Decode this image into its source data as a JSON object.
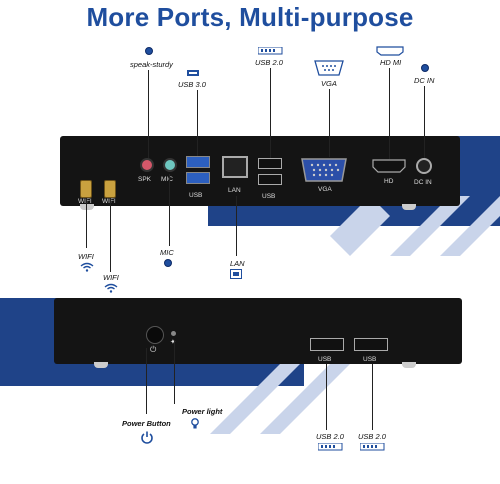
{
  "title": "More Ports, Multi-purpose",
  "colors": {
    "accent": "#1f4e9e",
    "band": "#1f4388",
    "device": "#141414"
  },
  "top_labels": {
    "speak": "speak-sturdy",
    "usb3": "USB 3.0",
    "usb2_top": "USB 2.0",
    "vga": "VGA",
    "hdmi": "HD MI",
    "dcin": "DC IN"
  },
  "panel_labels": {
    "spk": "SPK",
    "mic": "MIC",
    "usb_a": "USB",
    "lan": "LAN",
    "usb_b": "USB",
    "vga": "VGA",
    "hd": "HD",
    "dcin": "DC IN",
    "wifi1": "WIFI",
    "wifi2": "WIFI",
    "front_usb1": "USB",
    "front_usb2": "USB"
  },
  "side_labels": {
    "wifi1": "WIFI",
    "wifi2": "WIFI",
    "mic": "MIC",
    "lan": "LAN"
  },
  "bottom_labels": {
    "power_button": "Power Button",
    "power_light": "Power light",
    "usb2_a": "USB 2.0",
    "usb2_b": "USB 2.0"
  },
  "icons": [
    "speaker-icon",
    "usb-icon",
    "vga-port-icon",
    "hdmi-icon",
    "dc-power-icon",
    "wifi-icon",
    "mic-icon",
    "lan-icon",
    "power-icon",
    "light-bulb-icon"
  ]
}
